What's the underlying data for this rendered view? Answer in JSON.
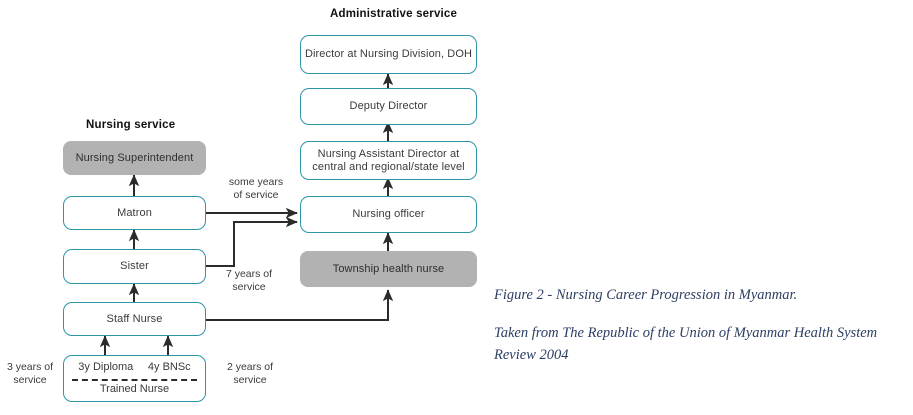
{
  "figure": {
    "headings": {
      "administrative": "Administrative service",
      "nursing": "Nursing service"
    },
    "administrative_nodes": [
      {
        "id": "director-nursing-division",
        "label": "Director at Nursing Division, DOH",
        "style": "teal"
      },
      {
        "id": "deputy-director",
        "label": "Deputy Director",
        "style": "teal"
      },
      {
        "id": "nursing-assistant-director",
        "label": "Nursing Assistant Director at central and regional/state level",
        "style": "teal"
      },
      {
        "id": "nursing-officer",
        "label": "Nursing officer",
        "style": "teal"
      },
      {
        "id": "township-health-nurse",
        "label": "Township health nurse",
        "style": "gray"
      }
    ],
    "nursing_nodes": [
      {
        "id": "nursing-superintendent",
        "label": "Nursing Superintendent",
        "style": "gray"
      },
      {
        "id": "matron",
        "label": "Matron",
        "style": "teal"
      },
      {
        "id": "sister",
        "label": "Sister",
        "style": "teal"
      },
      {
        "id": "staff-nurse",
        "label": "Staff Nurse",
        "style": "teal"
      }
    ],
    "entry_node": {
      "id": "trained-nurse",
      "left_label": "3y Diploma",
      "right_label": "4y BNSc",
      "bottom_label": "Trained Nurse"
    },
    "edge_labels": [
      {
        "id": "some-years-of-service",
        "text": "some years\nof service"
      },
      {
        "id": "seven-years-of-service",
        "text": "7 years of\nservice"
      },
      {
        "id": "three-years-of-service",
        "text": "3 years of\nservice"
      },
      {
        "id": "two-years-of-service",
        "text": "2 years of\nservice"
      }
    ],
    "caption": {
      "line1": "Figure 2 - Nursing Career Progression in Myanmar.",
      "line2": "Taken from The Republic of the Union of Myanmar Health System Review 2004"
    },
    "colors": {
      "node_border_teal": "#2c96a8",
      "node_fill_gray": "#b2b2b2",
      "connector": "#2b2b2b",
      "text": "#3b3b3b",
      "caption_text": "#2c3e63",
      "heading_text": "#111111"
    }
  }
}
